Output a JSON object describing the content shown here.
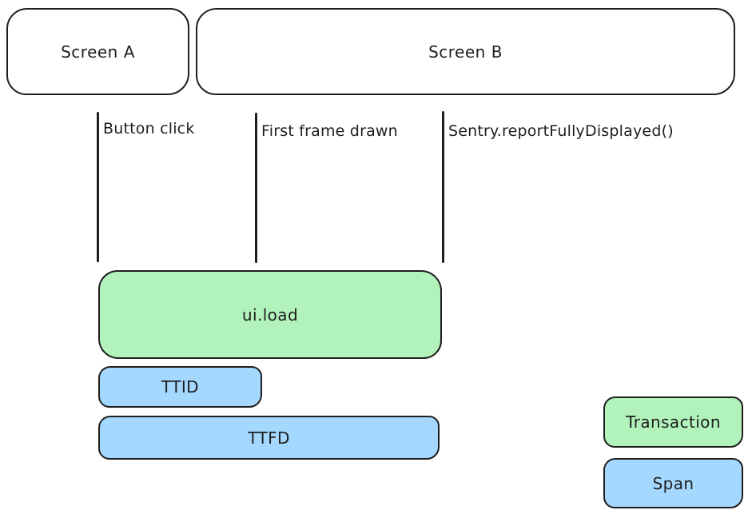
{
  "diagram": {
    "title_context": "Screen load tracing timeline",
    "screens": [
      {
        "label": "Screen A"
      },
      {
        "label": "Screen B"
      }
    ],
    "events": [
      {
        "label": "Button click"
      },
      {
        "label": "First frame drawn"
      },
      {
        "label": "Sentry.reportFullyDisplayed()"
      }
    ],
    "bars": [
      {
        "label": "ui.load",
        "kind": "transaction"
      },
      {
        "label": "TTID",
        "kind": "span"
      },
      {
        "label": "TTFD",
        "kind": "span"
      }
    ],
    "legend": [
      {
        "label": "Transaction",
        "kind": "transaction"
      },
      {
        "label": "Span",
        "kind": "span"
      }
    ],
    "colors": {
      "transaction_fill": "#b2f2bb",
      "span_fill": "#a5d8ff",
      "stroke": "#1e1e1e",
      "background": "#ffffff"
    }
  }
}
